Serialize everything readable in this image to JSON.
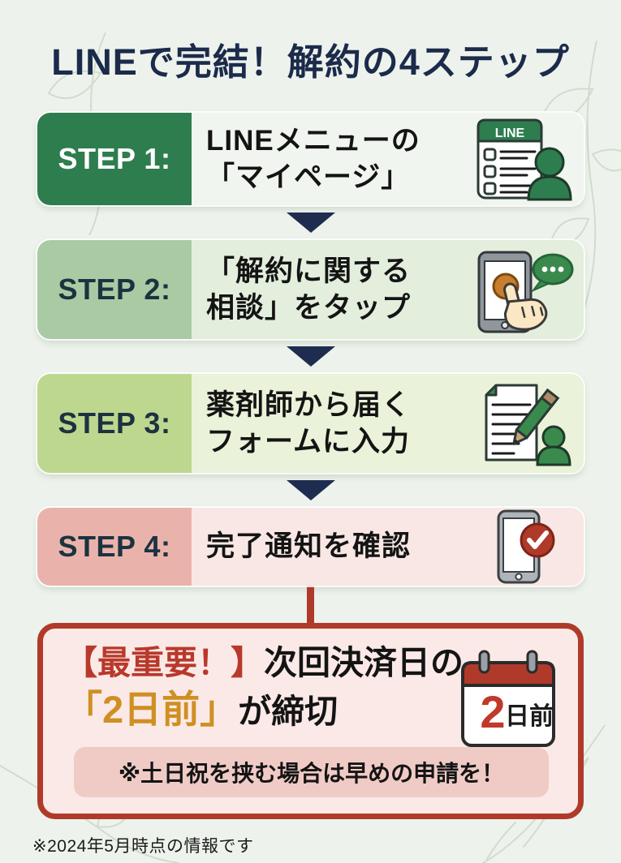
{
  "title": "LINEで完結！解約の4ステップ",
  "steps": [
    {
      "label": "STEP 1:",
      "line1": "LINEメニューの",
      "line2": "「マイページ」",
      "icon": "line-menu-profile-icon"
    },
    {
      "label": "STEP 2:",
      "line1": "「解約に関する",
      "line2": "相談」をタップ",
      "icon": "phone-tap-chat-icon"
    },
    {
      "label": "STEP 3:",
      "line1": "薬剤師から届く",
      "line2": "フォームに入力",
      "icon": "form-pencil-person-icon"
    },
    {
      "label": "STEP 4:",
      "line1": "完了通知を確認",
      "line2": "",
      "icon": "phone-check-icon"
    }
  ],
  "important": {
    "tag": "【最重要！】",
    "line1_rest": "次回決済日の",
    "highlight": "「2日前」",
    "line2_rest": "が締切",
    "note": "※土日祝を挟む場合は早めの申請を！"
  },
  "calendar_icon": {
    "number": "2",
    "suffix": "日前"
  },
  "line_card_badge": "LINE",
  "footer": "※2024年5月時点の情報です",
  "colors": {
    "background": "#edf3ec",
    "title_text": "#1c2b4b",
    "step1_label_bg": "#2e7d4f",
    "step2_label_bg": "#a9cba4",
    "step3_label_bg": "#bdd78f",
    "step4_label_bg": "#e9b3ac",
    "arrow": "#1e2d4f",
    "important_border": "#b03a2a",
    "important_bg": "#fbe9e7",
    "important_tag_text": "#b8392b",
    "highlight_text": "#cf9023",
    "note_bg": "#f0cbc6",
    "icon_green": "#2e7d4f",
    "icon_red": "#b03a2a"
  }
}
